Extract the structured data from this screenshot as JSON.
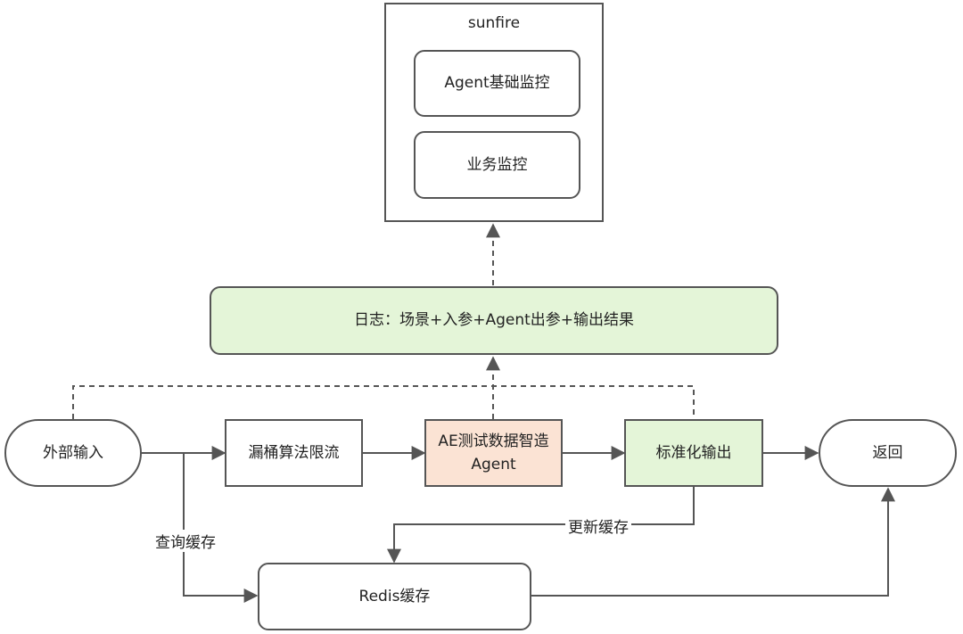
{
  "sunfire": {
    "title": "sunfire",
    "agent_monitor": "Agent基础监控",
    "business_monitor": "业务监控"
  },
  "log": {
    "label": "日志：场景+入参+Agent出参+输出结果"
  },
  "nodes": {
    "external_input": "外部输入",
    "leaky_bucket": "漏桶算法限流",
    "agent_line1": "AE测试数据智造",
    "agent_line2": "Agent",
    "standard_output": "标准化输出",
    "return": "返回",
    "redis": "Redis缓存"
  },
  "edges": {
    "query_cache": "查询缓存",
    "update_cache": "更新缓存"
  },
  "colors": {
    "log_fill": "#e4f5d8",
    "agent_fill": "#fbe3d4",
    "standard_fill": "#e4f5d8",
    "stroke": "#555555"
  }
}
